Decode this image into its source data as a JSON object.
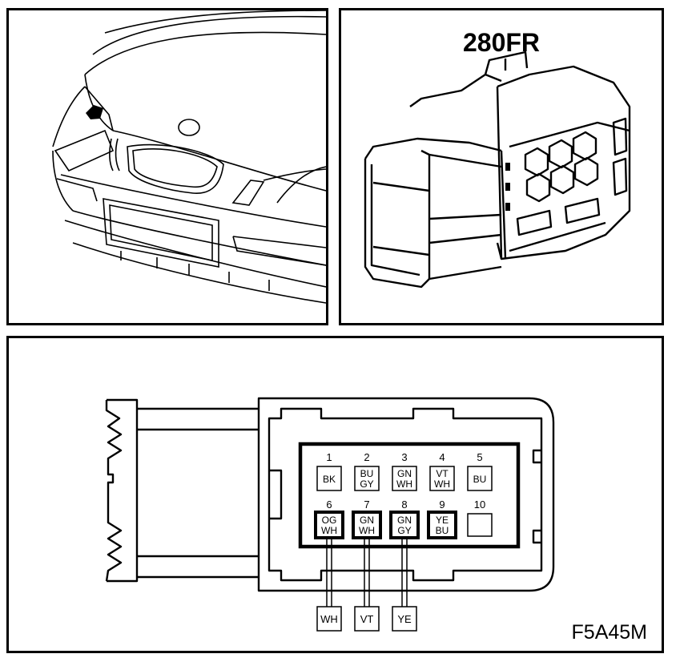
{
  "figure": {
    "code": "F5A45M"
  },
  "connector": {
    "name": "280FR",
    "pins": [
      {
        "num": "1",
        "color_lines": [
          "BK"
        ],
        "wired": false
      },
      {
        "num": "2",
        "color_lines": [
          "BU",
          "GY"
        ],
        "wired": false
      },
      {
        "num": "3",
        "color_lines": [
          "GN",
          "WH"
        ],
        "wired": false
      },
      {
        "num": "4",
        "color_lines": [
          "VT",
          "WH"
        ],
        "wired": false
      },
      {
        "num": "5",
        "color_lines": [
          "BU"
        ],
        "wired": false
      },
      {
        "num": "6",
        "color_lines": [
          "OG",
          "WH"
        ],
        "wired": true
      },
      {
        "num": "7",
        "color_lines": [
          "GN",
          "WH"
        ],
        "wired": true
      },
      {
        "num": "8",
        "color_lines": [
          "GN",
          "GY"
        ],
        "wired": true
      },
      {
        "num": "9",
        "color_lines": [
          "YE",
          "BU"
        ],
        "wired": true
      },
      {
        "num": "10",
        "color_lines": [],
        "wired": false
      }
    ],
    "wires": [
      {
        "pin": "6",
        "label": "WH"
      },
      {
        "pin": "7",
        "label": "VT"
      },
      {
        "pin": "8",
        "label": "YE"
      }
    ]
  }
}
